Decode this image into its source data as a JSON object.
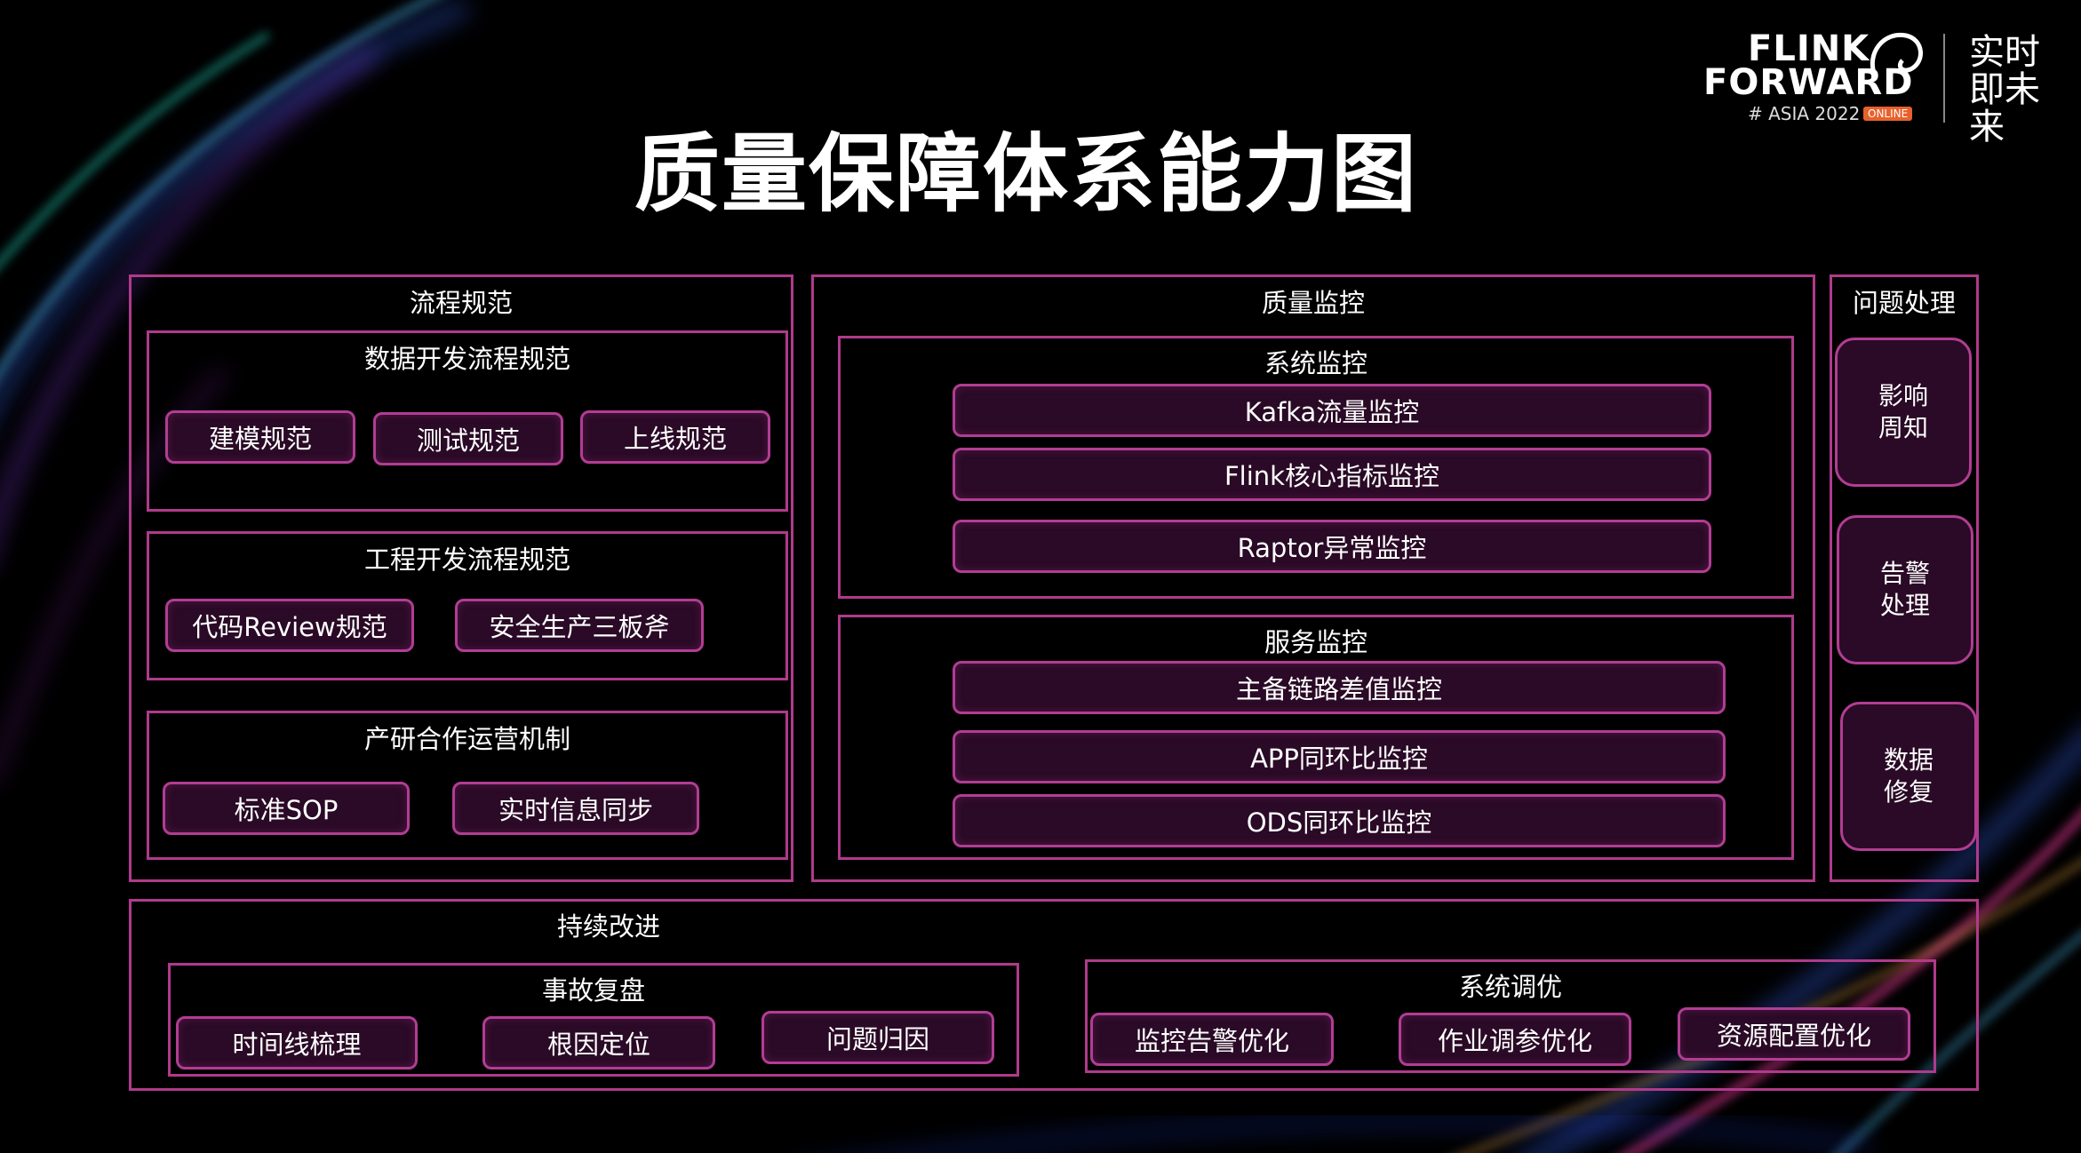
{
  "title": "质量保障体系能力图",
  "logo": {
    "line1": "FLINK",
    "line2": "FORWARD",
    "line3": "# ASIA 2022",
    "badge": "ONLINE",
    "slogan": "实时即未来"
  },
  "process": {
    "label": "流程规范",
    "data_dev": {
      "label": "数据开发流程规范",
      "items": [
        "建模规范",
        "测试规范",
        "上线规范"
      ]
    },
    "eng_dev": {
      "label": "工程开发流程规范",
      "items": [
        "代码Review规范",
        "安全生产三板斧"
      ]
    },
    "ops": {
      "label": "产研合作运营机制",
      "items": [
        "标准SOP",
        "实时信息同步"
      ]
    }
  },
  "monitor": {
    "label": "质量监控",
    "system": {
      "label": "系统监控",
      "items": [
        "Kafka流量监控",
        "Flink核心指标监控",
        "Raptor异常监控"
      ]
    },
    "service": {
      "label": "服务监控",
      "items": [
        "主备链路差值监控",
        "APP同环比监控",
        "ODS同环比监控"
      ]
    }
  },
  "issue": {
    "label": "问题处理",
    "items": [
      "影响周知",
      "告警处理",
      "数据修复"
    ]
  },
  "improve": {
    "label": "持续改进",
    "review": {
      "label": "事故复盘",
      "items": [
        "时间线梳理",
        "根因定位",
        "问题归因"
      ]
    },
    "tuning": {
      "label": "系统调优",
      "items": [
        "监控告警优化",
        "作业调参优化",
        "资源配置优化"
      ]
    }
  },
  "colors": {
    "frame": "#b03a8c",
    "pill_bg": "#2a0a26",
    "badge": "#e8612c"
  }
}
